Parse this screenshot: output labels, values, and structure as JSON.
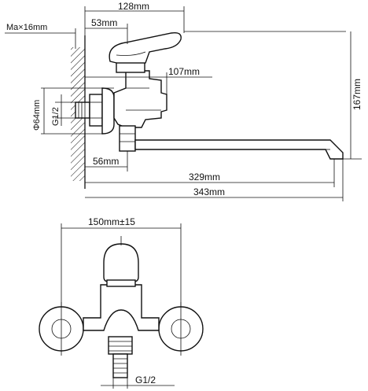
{
  "side_view": {
    "dim_128": "128mm",
    "dim_53": "53mm",
    "dim_ma": "Ma×16mm",
    "dim_107": "107mm",
    "dim_167": "167mm",
    "dim_64": "Φ64mm",
    "dim_g12": "G1/2",
    "dim_56": "56mm",
    "dim_329": "329mm",
    "dim_343": "343mm"
  },
  "front_view": {
    "dim_150": "150mm±15",
    "dim_g12": "G1/2"
  }
}
